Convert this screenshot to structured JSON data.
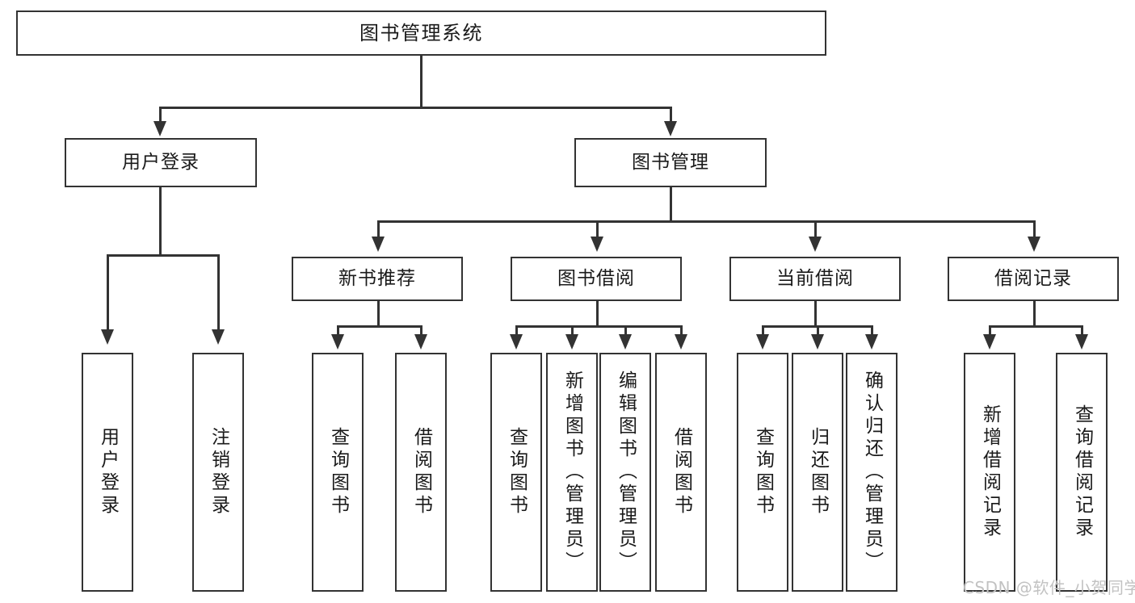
{
  "diagram": {
    "title": "图书管理系统",
    "root": {
      "label": "图书管理系统"
    },
    "level1": [
      {
        "label": "用户登录"
      },
      {
        "label": "图书管理"
      }
    ],
    "level2": [
      {
        "label": "新书推荐"
      },
      {
        "label": "图书借阅"
      },
      {
        "label": "当前借阅"
      },
      {
        "label": "借阅记录"
      }
    ],
    "leaves": {
      "user_login": [
        {
          "label": "用户登录"
        },
        {
          "label": "注销登录"
        }
      ],
      "new_book_recommend": [
        {
          "label": "查询图书"
        },
        {
          "label": "借阅图书"
        }
      ],
      "book_borrow": [
        {
          "label": "查询图书"
        },
        {
          "label": "新增图书（管理员）"
        },
        {
          "label": "编辑图书（管理员）"
        },
        {
          "label": "借阅图书"
        }
      ],
      "current_borrow": [
        {
          "label": "查询图书"
        },
        {
          "label": "归还图书"
        },
        {
          "label": "确认归还（管理员）"
        }
      ],
      "borrow_record": [
        {
          "label": "新增借阅记录"
        },
        {
          "label": "查询借阅记录"
        }
      ]
    }
  },
  "watermark": {
    "text": "CSDN @软件_小贺同学"
  },
  "colors": {
    "stroke": "#333333",
    "background": "#ffffff",
    "text": "#1a1a1a",
    "watermark": "#c2c2c2"
  }
}
